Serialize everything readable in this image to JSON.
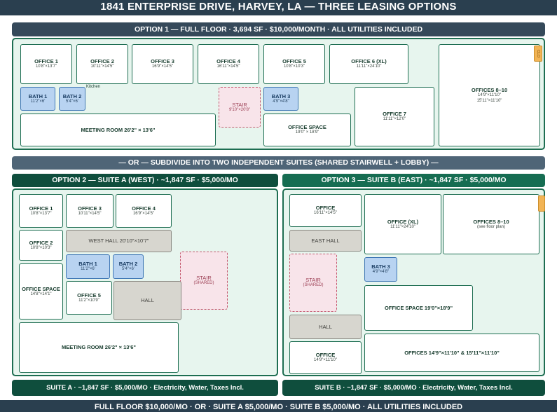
{
  "title": "1841 ENTERPRISE DRIVE, HARVEY, LA — THREE LEASING OPTIONS",
  "option1": {
    "header": "OPTION 1 — FULL FLOOR · 3,694 SF · $10,000/MONTH · ALL UTILITIES INCLUDED",
    "rooms": [
      {
        "name": "OFFICE 1",
        "dim": "10'8\"×13'7\""
      },
      {
        "name": "OFFICE 2",
        "dim": "10'11\"×14'5\""
      },
      {
        "name": "OFFICE 3",
        "dim": "16'9\"×14'5\""
      },
      {
        "name": "OFFICE 4",
        "dim": "16'11\"×14'5\""
      },
      {
        "name": "OFFICE 5",
        "dim": "10'8\"×10'3\""
      },
      {
        "name": "OFFICE 6 (XL)",
        "dim": "11'11\"×24'10\""
      },
      {
        "name": "OFFICES 8–10",
        "dim": "14'9\"×11'10\"",
        "dim2": "15'11\"×11'10\""
      },
      {
        "name": "BATH 1",
        "dim": "11'2\"×6'"
      },
      {
        "name": "BATH 2",
        "dim": "5'4\"×6'"
      },
      {
        "name": "STAIR",
        "dim": "9'10\"×20'8\""
      },
      {
        "name": "BATH 3",
        "dim": "4'9\"×4'8\""
      },
      {
        "name": "OFFICE 7",
        "dim": "11'11\"×12'0\""
      },
      {
        "name": "MEETING ROOM 26'2\" × 13'6\""
      },
      {
        "name": "OFFICE SPACE",
        "dim": "19'0\" × 18'9\""
      }
    ],
    "kitchen_label": "Kitchen",
    "closet_label": "CLO"
  },
  "divider": "— OR — SUBDIVIDE INTO TWO INDEPENDENT SUITES (SHARED STAIRWELL + LOBBY) —",
  "option2": {
    "header": "OPTION 2 — SUITE A (WEST) · ~1,847 SF · $5,000/MO",
    "rooms": [
      {
        "name": "OFFICE 1",
        "dim": "10'8\"×13'7\""
      },
      {
        "name": "OFFICE 3",
        "dim": "10'11\"×14'5\""
      },
      {
        "name": "OFFICE 4",
        "dim": "16'9\"×14'5\""
      },
      {
        "name": "OFFICE 2",
        "dim": "10'8\"×10'3\""
      },
      {
        "name": "WEST HALL 20'10\"×10'7\""
      },
      {
        "name": "OFFICE SPACE",
        "dim": "14'8\"×14'1\""
      },
      {
        "name": "BATH 1",
        "dim": "11'2\"×6'"
      },
      {
        "name": "BATH 2",
        "dim": "5'4\"×6'"
      },
      {
        "name": "STAIR",
        "dim": "(SHARED)"
      },
      {
        "name": "OFFICE 5",
        "dim": "11'2\"×10'9\""
      },
      {
        "name": "HALL"
      },
      {
        "name": "MEETING ROOM 26'2\" × 13'6\""
      }
    ],
    "footer": "SUITE A · ~1,847 SF · $5,000/MO · Electricity, Water, Taxes Incl."
  },
  "option3": {
    "header": "OPTION 3 — SUITE B (EAST) · ~1,847 SF · $5,000/MO",
    "rooms": [
      {
        "name": "OFFICE",
        "dim": "16'11\"×14'5\""
      },
      {
        "name": "OFFICE (XL)",
        "dim": "11'11\"×24'10\""
      },
      {
        "name": "OFFICES 8–10",
        "dim": "(see floor plan)"
      },
      {
        "name": "EAST HALL"
      },
      {
        "name": "STAIR",
        "dim": "(SHARED)"
      },
      {
        "name": "BATH 3",
        "dim": "4'9\"×4'8\""
      },
      {
        "name": "OFFICE SPACE 19'0\"×18'9\""
      },
      {
        "name": "HALL"
      },
      {
        "name": "OFFICE",
        "dim": "14'9\"×11'10\""
      },
      {
        "name": "OFFICES 14'9\"×11'10\" & 15'11\"×11'10\""
      }
    ],
    "footer": "SUITE B · ~1,847 SF · $5,000/MO · Electricity, Water, Taxes Incl."
  },
  "footer": "FULL FLOOR $10,000/MO · OR · SUITE A $5,000/MO · SUITE B $5,000/MO · ALL UTILITIES INCLUDED"
}
